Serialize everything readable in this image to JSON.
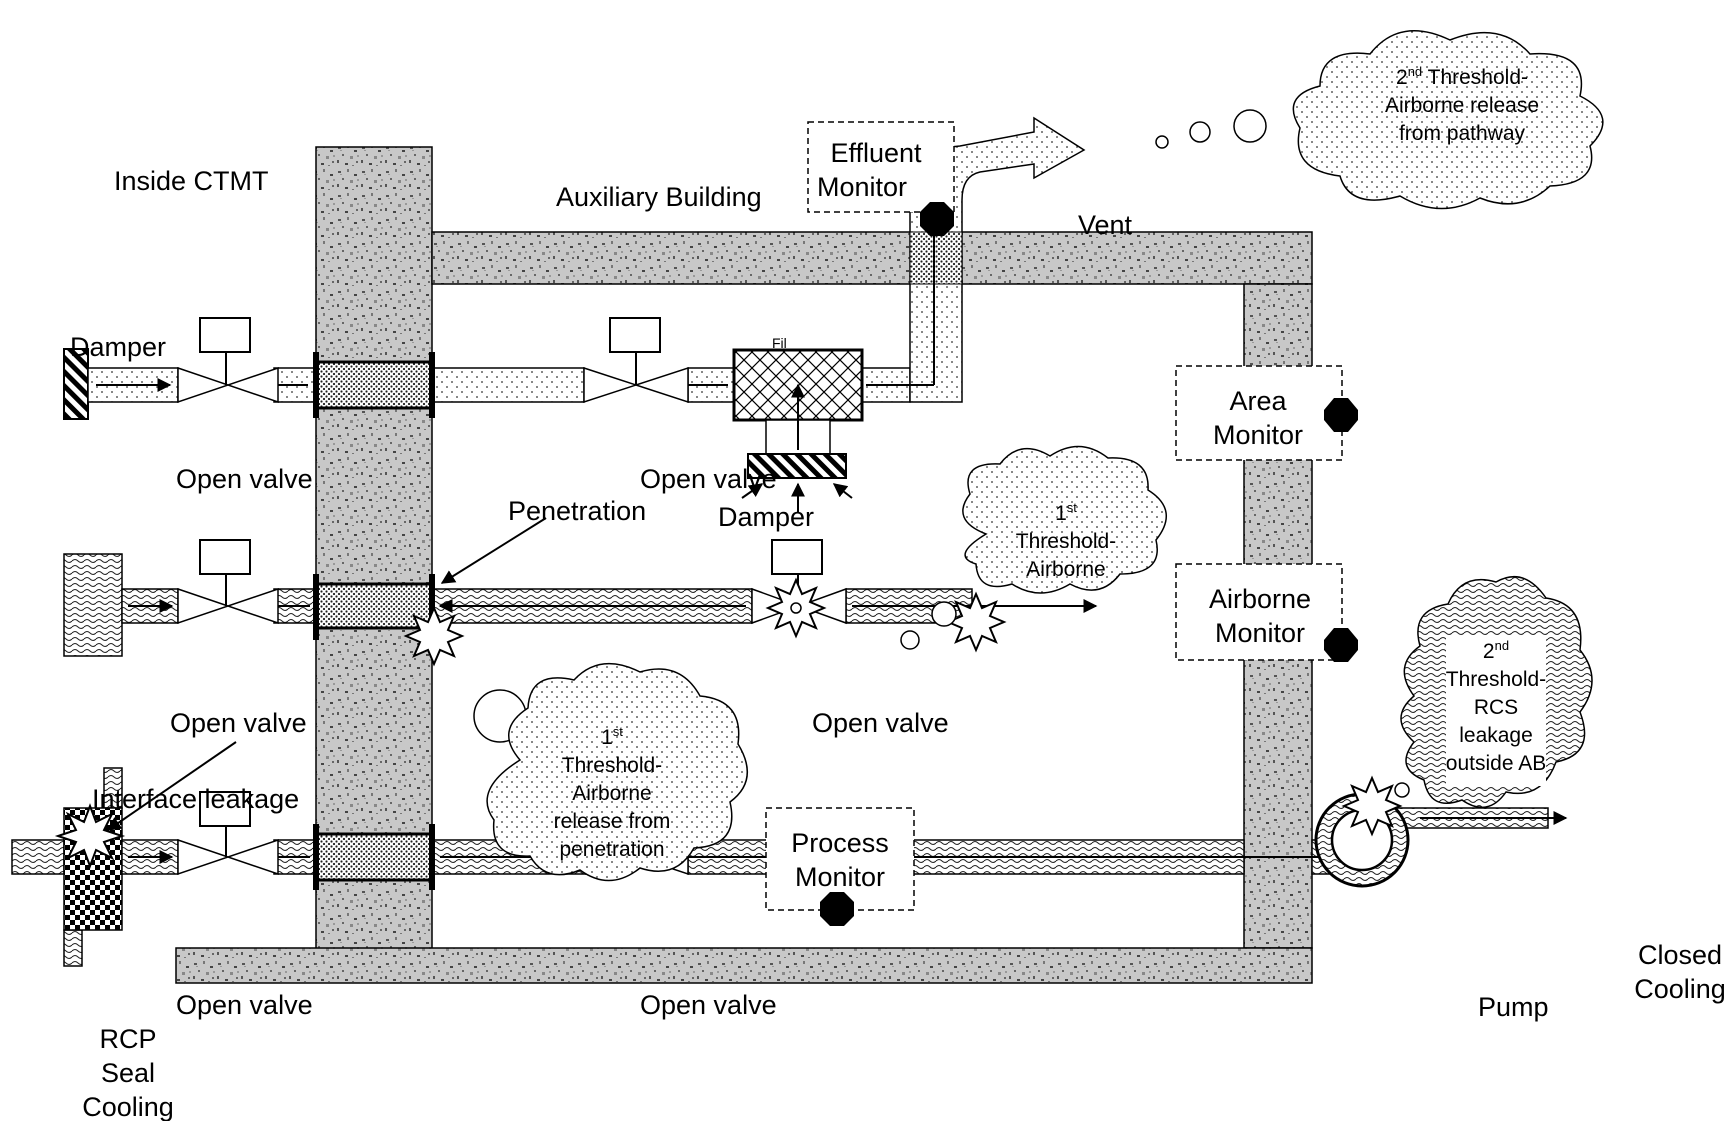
{
  "labels": {
    "inside_ctmt": "Inside CTMT",
    "auxiliary_building": "Auxiliary Building",
    "damper_top": "Damper",
    "damper_filter": "Damper",
    "open_valve_1": "Open valve",
    "open_valve_2": "Open valve",
    "open_valve_3": "Open valve",
    "open_valve_4": "Open valve",
    "open_valve_5": "Open valve",
    "open_valve_6": "Open valve",
    "penetration": "Penetration",
    "interface_leakage": "Interface leakage",
    "vent": "Vent",
    "pump": "Pump",
    "closed_cooling": [
      "Closed",
      "Cooling"
    ],
    "rcp_seal_cooling": [
      "RCP",
      "Seal",
      "Cooling"
    ],
    "filter_partial": "Fil"
  },
  "monitors": {
    "effluent": [
      "Effluent",
      "Monitor"
    ],
    "area": [
      "Area",
      "Monitor"
    ],
    "airborne": [
      "Airborne",
      "Monitor"
    ],
    "process": [
      "Process",
      "Monitor"
    ]
  },
  "clouds": {
    "vent_release": {
      "line1_num": "2",
      "line1_sup": "nd",
      "line1_rest": " Threshold-",
      "line2": "Airborne release",
      "line3": "from pathway"
    },
    "valve_airborne": {
      "num": "1",
      "sup": "st",
      "line2": "Threshold-",
      "line3": "Airborne"
    },
    "penetration_release": {
      "num": "1",
      "sup": "st",
      "line2": "Threshold-",
      "line3": "Airborne",
      "line4": "release from",
      "line5": "penetration"
    },
    "rcs_leakage": {
      "num": "2",
      "sup": "nd",
      "line2": "Threshold-",
      "line3": "RCS",
      "line4": "leakage",
      "line5": "outside AB"
    }
  }
}
